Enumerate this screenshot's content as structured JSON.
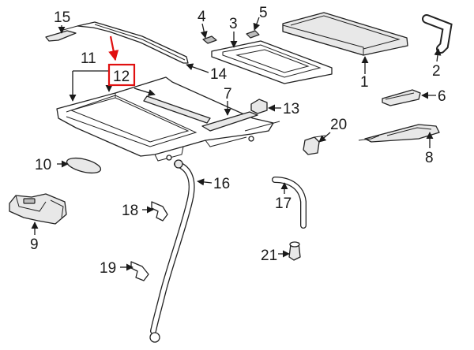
{
  "diagram": {
    "highlight_color": "#e01010",
    "callouts": [
      {
        "id": "1",
        "text": "1"
      },
      {
        "id": "2",
        "text": "2"
      },
      {
        "id": "3",
        "text": "3"
      },
      {
        "id": "4",
        "text": "4"
      },
      {
        "id": "5",
        "text": "5"
      },
      {
        "id": "6",
        "text": "6"
      },
      {
        "id": "7",
        "text": "7"
      },
      {
        "id": "8",
        "text": "8"
      },
      {
        "id": "9",
        "text": "9"
      },
      {
        "id": "10",
        "text": "10"
      },
      {
        "id": "11",
        "text": "11"
      },
      {
        "id": "12",
        "text": "12"
      },
      {
        "id": "13",
        "text": "13"
      },
      {
        "id": "14",
        "text": "14"
      },
      {
        "id": "15",
        "text": "15"
      },
      {
        "id": "16",
        "text": "16"
      },
      {
        "id": "17",
        "text": "17"
      },
      {
        "id": "18",
        "text": "18"
      },
      {
        "id": "19",
        "text": "19"
      },
      {
        "id": "20",
        "text": "20"
      },
      {
        "id": "21",
        "text": "21"
      }
    ]
  }
}
